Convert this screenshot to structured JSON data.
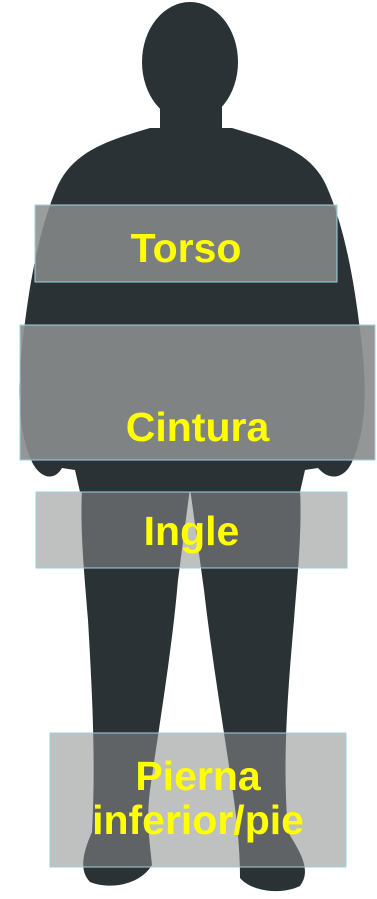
{
  "colors": {
    "silhouette": "#2b3236",
    "zone_fill": "#8a8c8c",
    "zone_border": "#9ed1e0",
    "label_text": "#ffff00"
  },
  "zones": {
    "torso": "Torso",
    "cintura": "Cintura",
    "ingle": "Ingle",
    "pierna_line1": "Pierna",
    "pierna_line2": "inferior/pie"
  }
}
